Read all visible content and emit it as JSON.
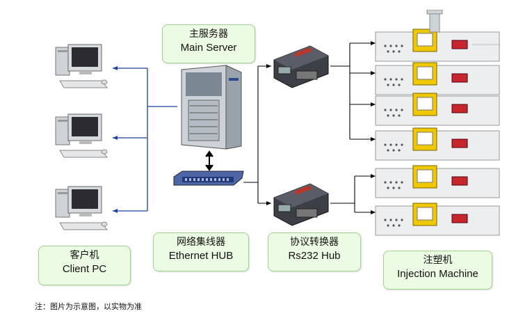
{
  "labels": {
    "main_server": {
      "cn": "主服务器",
      "en": "Main Server"
    },
    "client_pc": {
      "cn": "客户机",
      "en": "Client PC"
    },
    "ethernet_hub": {
      "cn": "网络集线器",
      "en": "Ethernet  HUB"
    },
    "rs232_hub": {
      "cn": "协议转换器",
      "en": "Rs232 Hub"
    },
    "injection_machine": {
      "cn": "注塑机",
      "en": "Injection Machine"
    }
  },
  "note": "注：图片为示意图，以实物为准",
  "colors": {
    "label_bg": "#ecfbe4",
    "label_border": "#9ed38e",
    "blue_wire": "#1b3fa8",
    "black_wire": "#000000"
  },
  "icons": [
    "client-pc-icon",
    "main-server-icon",
    "ethernet-hub-icon",
    "rs232-converter-icon",
    "injection-machine-icon"
  ]
}
